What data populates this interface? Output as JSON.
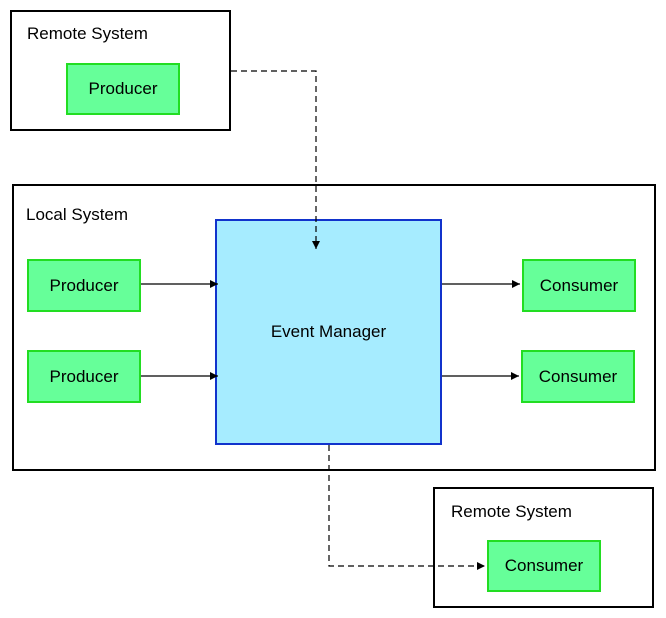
{
  "remote_system_top": {
    "label": "Remote System",
    "producer": "Producer"
  },
  "local_system": {
    "label": "Local System",
    "producers": [
      "Producer",
      "Producer"
    ],
    "event_manager": "Event Manager",
    "consumers": [
      "Consumer",
      "Consumer"
    ]
  },
  "remote_system_bottom": {
    "label": "Remote System",
    "consumer": "Consumer"
  },
  "colors": {
    "node_fill": "#66ff99",
    "node_border": "#22dd22",
    "manager_fill": "#a6ecff",
    "manager_border": "#1133cc",
    "frame": "#000000"
  }
}
